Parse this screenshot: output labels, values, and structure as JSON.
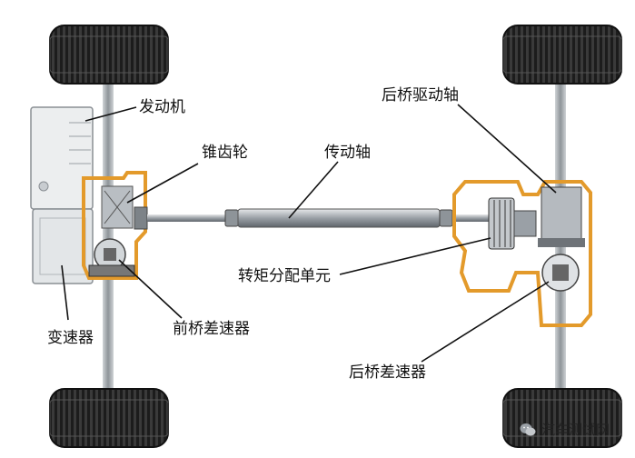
{
  "labels": {
    "engine": "发动机",
    "bevel_gear": "锥齿轮",
    "drive_shaft": "传动轴",
    "rear_axle_shaft": "后桥驱动轴",
    "torque_unit": "转矩分配单元",
    "front_diff": "前桥差速器",
    "transmission": "变速器",
    "rear_diff": "后桥差速器"
  },
  "watermark": {
    "text": "汽车测试网",
    "icon": "wechat-icon"
  },
  "colors": {
    "highlight_outline": "#e39a2b",
    "metal": "#9aa0a6",
    "tire": "#2b2b2b",
    "leader_line": "#111111"
  }
}
